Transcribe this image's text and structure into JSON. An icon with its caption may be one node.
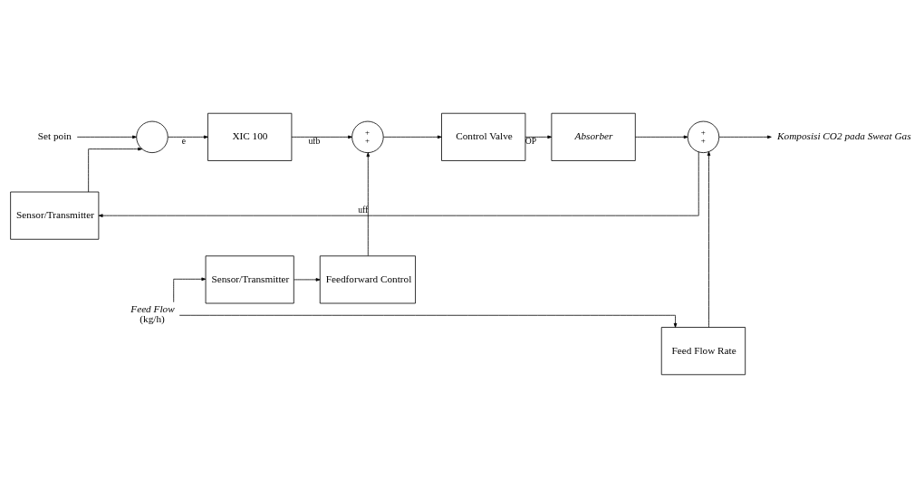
{
  "diagram": {
    "nodes": [
      {
        "text": [
          "Set poin"
        ]
      },
      {
        "text": [],
        "shape": "circle"
      },
      {
        "text": [
          "XIC 100"
        ]
      },
      {
        "text": [
          "+",
          "+"
        ]
      },
      {
        "text": [
          "Control Valve"
        ]
      },
      {
        "text": [
          "Absorber"
        ]
      },
      {
        "text": [
          "+",
          "+"
        ]
      },
      {
        "text": [
          "Komposisi CO2 pada Sweat Gas"
        ]
      },
      {
        "text": [
          "Feedforward Control"
        ]
      },
      {
        "text": [
          "Sensor/Transmitter"
        ]
      },
      {
        "text": [
          "Feed Flow Rate"
        ]
      },
      {
        "text": [
          "Feed Flow",
          "(kg/h)"
        ]
      },
      {
        "text": [
          "Sensor/Transmitter"
        ]
      }
    ],
    "edges": [
      {
        "from": 0,
        "to": 1,
        "arrow": "to"
      },
      {
        "from": 1,
        "to": 2,
        "arrow": "to",
        "label": "e"
      },
      {
        "from": 2,
        "to": 3,
        "arrow": "to",
        "label": "ufb"
      },
      {
        "from": 8,
        "to": 3,
        "arrow": "to",
        "label": "uff"
      },
      {
        "from": 3,
        "to": 4,
        "arrow": "to"
      },
      {
        "from": 4,
        "to": 5,
        "arrow": "to",
        "label": "OP"
      },
      {
        "from": 5,
        "to": 6,
        "arrow": "to"
      },
      {
        "from": 10,
        "to": 6,
        "arrow": "to"
      },
      {
        "from": 6,
        "to": 7,
        "arrow": "to"
      },
      {
        "from": 6,
        "to": 12,
        "arrow": "to"
      },
      {
        "from": 12,
        "to": 1,
        "arrow": "to"
      },
      {
        "from": 9,
        "to": 8,
        "arrow": "to"
      },
      {
        "from": 11,
        "to": 9,
        "arrow": "to"
      },
      {
        "from": 11,
        "to": 10,
        "arrow": "to"
      }
    ]
  }
}
